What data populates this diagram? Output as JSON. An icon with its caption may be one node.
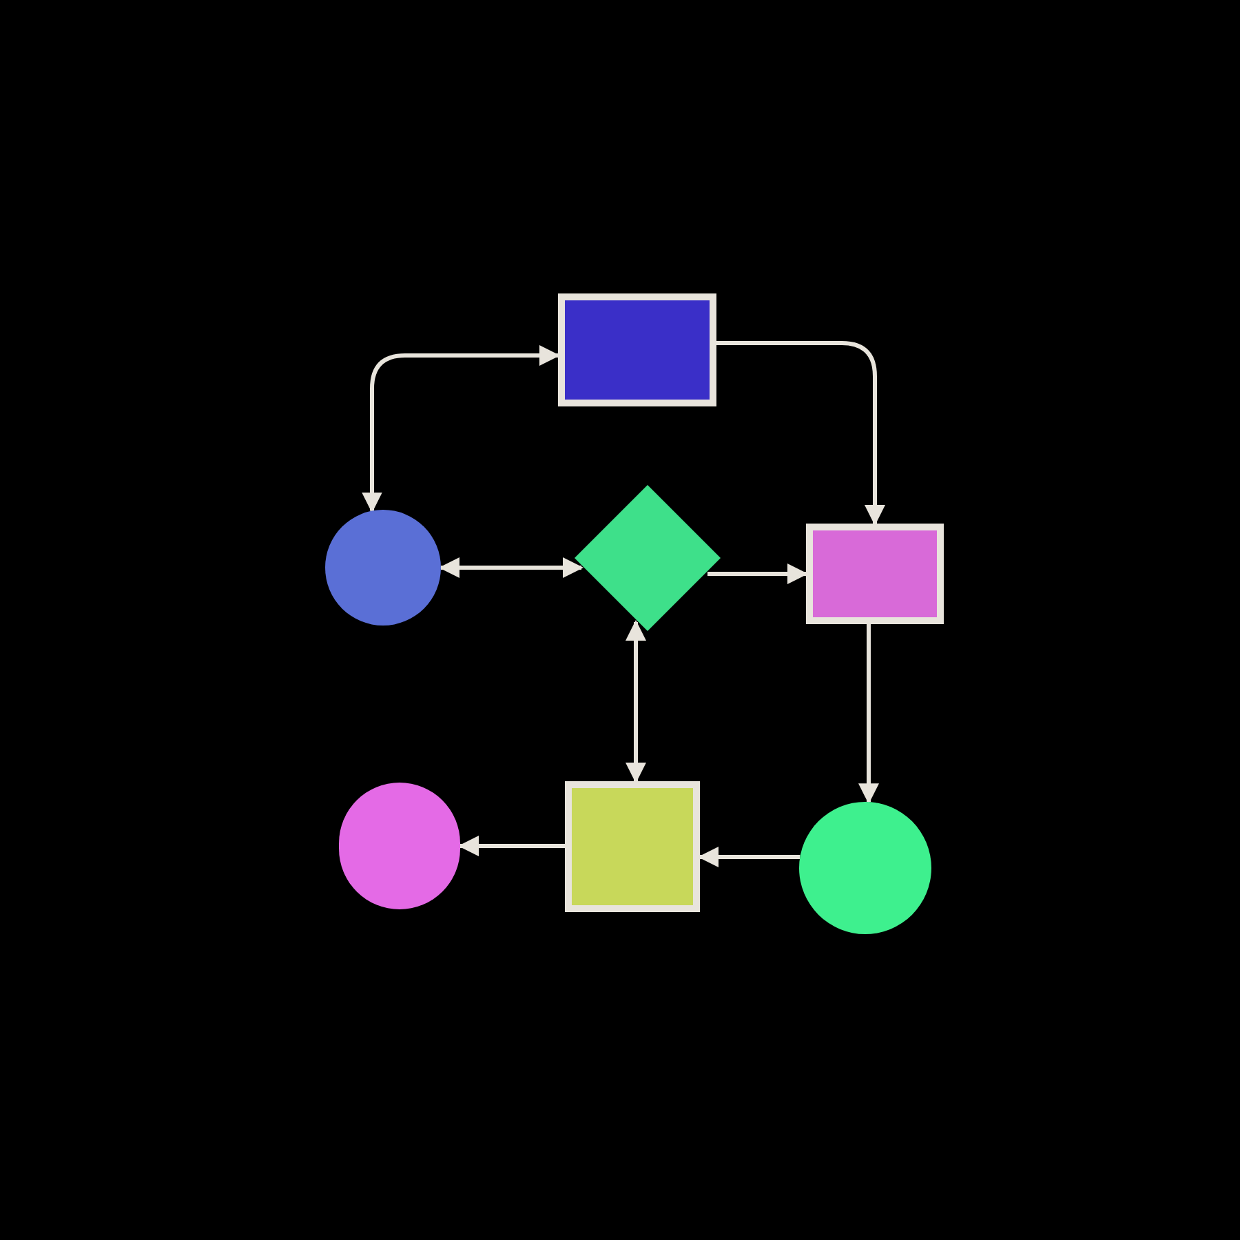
{
  "diagram": {
    "nodes": [
      {
        "text": [],
        "shape": "box"
      },
      {
        "text": [],
        "shape": "circle"
      },
      {
        "text": [],
        "shape": "diamond"
      },
      {
        "text": [],
        "shape": "box"
      },
      {
        "text": [],
        "shape": "circle"
      },
      {
        "text": [],
        "shape": "box"
      },
      {
        "text": [],
        "shape": "circle"
      }
    ],
    "edges": [
      {
        "from": 1,
        "to": 0,
        "arrow": "both"
      },
      {
        "from": 0,
        "to": 3,
        "arrow": "to"
      },
      {
        "from": 1,
        "to": 2,
        "arrow": "both"
      },
      {
        "from": 2,
        "to": 3,
        "arrow": "to"
      },
      {
        "from": 2,
        "to": 5,
        "arrow": "both"
      },
      {
        "from": 3,
        "to": 6,
        "arrow": "to"
      },
      {
        "from": 6,
        "to": 5,
        "arrow": "to"
      },
      {
        "from": 5,
        "to": 4,
        "arrow": "to"
      }
    ]
  }
}
